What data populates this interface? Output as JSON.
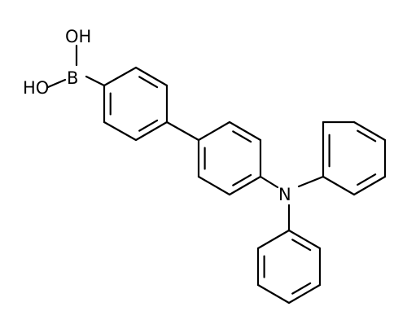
{
  "molecule": {
    "bond_color": "#000000",
    "background": "#ffffff",
    "labels": {
      "oh_top": "OH",
      "oh_left": "HO",
      "boron": "B",
      "nitrogen": "N"
    }
  }
}
